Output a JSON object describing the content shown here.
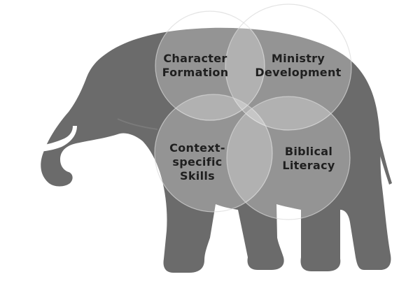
{
  "colors": {
    "elephant": "#6b6b6b",
    "tusk": "#ffffff",
    "circle_fill": "#ffffff",
    "circle_stroke": "#d9d9d9",
    "label": "#1f1f1f"
  },
  "circles": [
    {
      "id": "character-formation",
      "lines": [
        "Character",
        "Formation"
      ]
    },
    {
      "id": "ministry-development",
      "lines": [
        "Ministry",
        "Development"
      ]
    },
    {
      "id": "context-specific-skills",
      "lines": [
        "Context-",
        "specific",
        "Skills"
      ]
    },
    {
      "id": "biblical-literacy",
      "lines": [
        "Biblical",
        "Literacy"
      ]
    }
  ]
}
